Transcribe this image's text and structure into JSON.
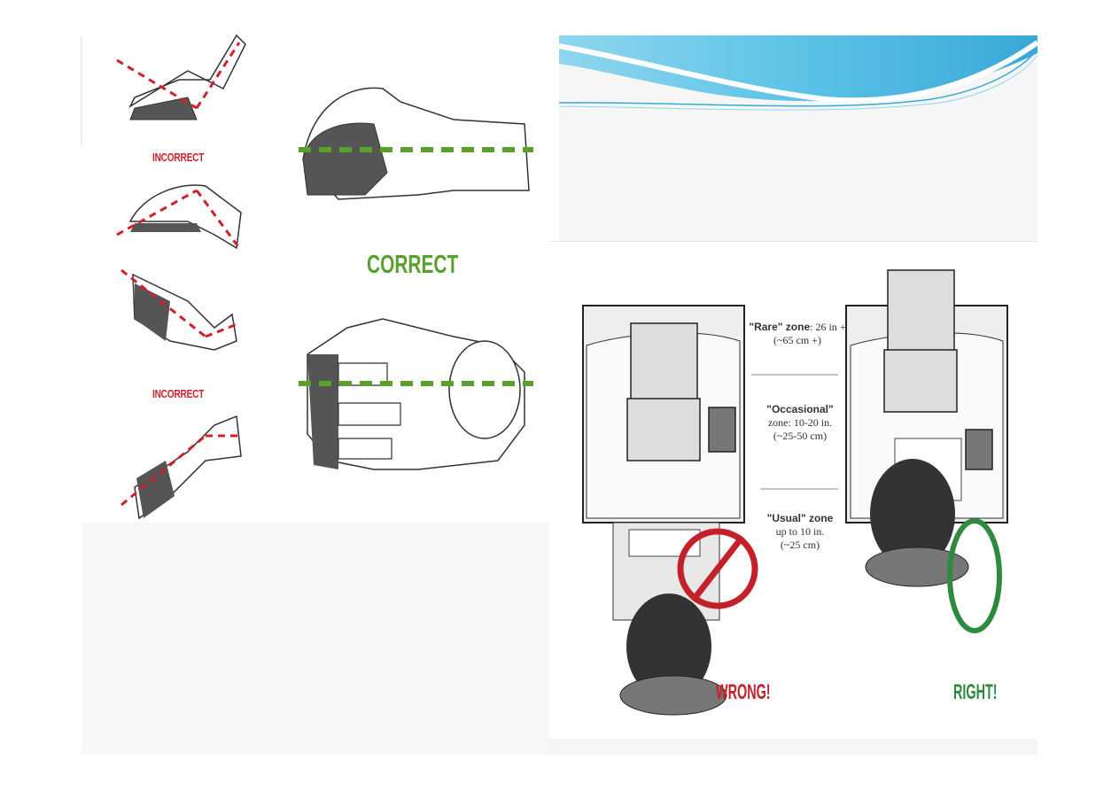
{
  "left_figure": {
    "label_incorrect_top": "INCORRECT",
    "label_correct": "CORRECT",
    "label_incorrect_bottom": "INCORRECT"
  },
  "right_figure": {
    "zone_rare_title": "\"Rare\" zone",
    "zone_rare_value": ": 26 in +",
    "zone_rare_metric": "(~65 cm +)",
    "zone_occasional_title": "\"Occasional\"",
    "zone_occasional_value": "zone: 10-20 in.",
    "zone_occasional_metric": "(~25-50 cm)",
    "zone_usual_title": "\"Usual\" zone",
    "zone_usual_value": "up to 10 in.",
    "zone_usual_metric": "(~25 cm)",
    "label_wrong": "WRONG!",
    "label_right": "RIGHT!"
  },
  "colors": {
    "incorrect_red": "#d2202b",
    "correct_green": "#5aa02c",
    "header_wave_blue": "#5cc3e6"
  }
}
